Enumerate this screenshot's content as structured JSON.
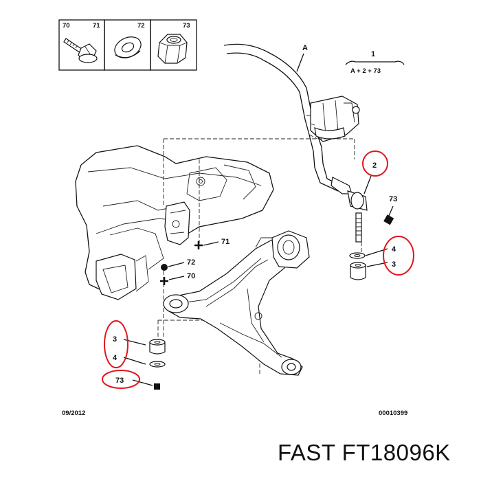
{
  "legend": {
    "box1": {
      "label": "70",
      "label2": "71"
    },
    "box2": {
      "label": "72"
    },
    "box3": {
      "label": "73"
    }
  },
  "formula": {
    "top": "1",
    "bottom": "A + 2 + 73"
  },
  "labels": {
    "a": "A",
    "two": "2",
    "seventy_three_right": "73",
    "four_right": "4",
    "three_right": "3",
    "seventy_one": "71",
    "seventy_two": "72",
    "seventy": "70",
    "three_left": "3",
    "four_left": "4",
    "seventy_three_left": "73"
  },
  "footer": {
    "date": "09/2012",
    "ref": "00010399"
  },
  "brand": {
    "text": "FAST FT18096K"
  },
  "colors": {
    "highlight": "#e3141b",
    "ink": "#111111"
  }
}
